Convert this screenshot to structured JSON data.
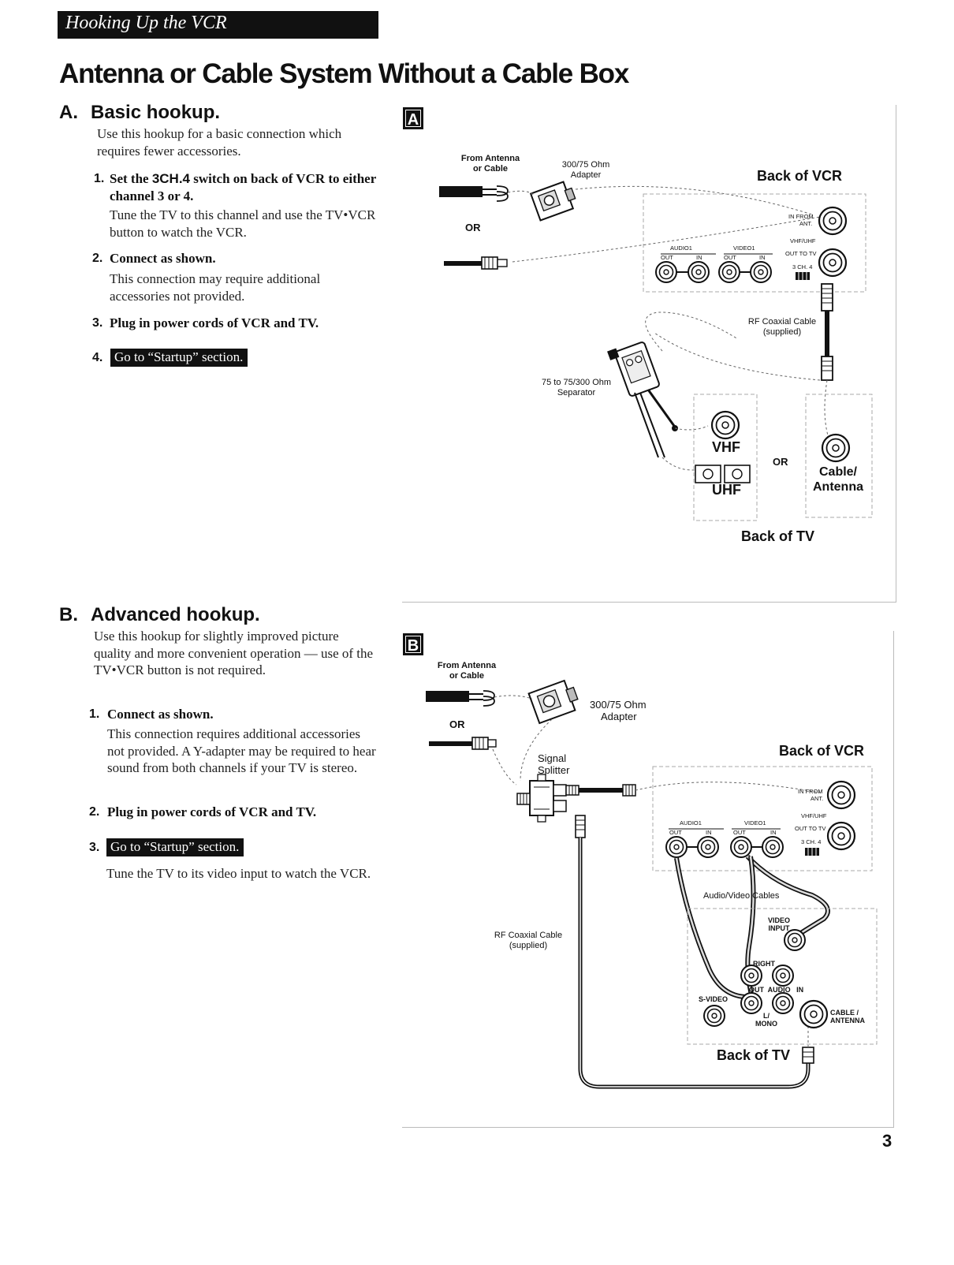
{
  "header": {
    "section_label": "Hooking Up the VCR"
  },
  "page_title": "Antenna or Cable System Without a Cable Box",
  "section_a": {
    "letter": "A.",
    "title": "Basic hookup.",
    "intro": "Use this hookup for a basic connection which requires fewer accessories.",
    "steps": [
      {
        "num": "1.",
        "head_pre": "Set the ",
        "head_code": "3CH.4",
        "head_post": " switch on back of VCR to either channel 3 or 4.",
        "body": "Tune the TV to this channel and use the TV•VCR button to watch the VCR."
      },
      {
        "num": "2.",
        "head": "Connect as shown.",
        "body": "This connection may require additional accessories not provided."
      },
      {
        "num": "3.",
        "head": "Plug in power cords of VCR and TV."
      },
      {
        "num": "4.",
        "button": "Go to “Startup” section."
      }
    ]
  },
  "section_b": {
    "letter": "B.",
    "title": "Advanced hookup.",
    "intro": "Use this hookup for slightly improved picture quality and more convenient operation — use of the TV•VCR button is not required.",
    "steps": [
      {
        "num": "1.",
        "head": "Connect as shown.",
        "body": "This connection requires additional accessories not provided. A Y-adapter may be required to hear sound from both channels if your TV is stereo."
      },
      {
        "num": "2.",
        "head": "Plug in power cords of VCR and TV."
      },
      {
        "num": "3.",
        "button": "Go to “Startup” section.",
        "after": "Tune the TV to its video input to watch the VCR."
      }
    ]
  },
  "diagram_a": {
    "tag": "A",
    "from_antenna": "From Antenna",
    "or_cable": "or Cable",
    "adapter_line1": "300/75 Ohm",
    "adapter_line2": "Adapter",
    "or1": "OR",
    "back_of_vcr": "Back of VCR",
    "in_from": "IN FROM",
    "ant": "ANT.",
    "vhf_uhf": "VHF/UHF",
    "out_to_tv": "OUT TO TV",
    "audio1": "AUDIO1",
    "video1": "VIDEO1",
    "out": "OUT",
    "in": "IN",
    "ch_switch": "3 CH. 4",
    "rf_cable_line1": "RF Coaxial Cable",
    "rf_cable_line2": "(supplied)",
    "separator_line1": "75 to 75/300 Ohm",
    "separator_line2": "Separator",
    "vhf": "VHF",
    "uhf": "UHF",
    "or2": "OR",
    "cable_antenna_line1": "Cable/",
    "cable_antenna_line2": "Antenna",
    "back_of_tv": "Back of TV"
  },
  "diagram_b": {
    "tag": "B",
    "from_antenna": "From Antenna",
    "or_cable": "or Cable",
    "adapter_line1": "300/75 Ohm",
    "adapter_line2": "Adapter",
    "or1": "OR",
    "splitter_line1": "Signal",
    "splitter_line2": "Splitter",
    "back_of_vcr": "Back of VCR",
    "in_from": "IN FROM",
    "ant": "ANT.",
    "vhf_uhf": "VHF/UHF",
    "out_to_tv": "OUT TO TV",
    "audio1": "AUDIO1",
    "video1": "VIDEO1",
    "out": "OUT",
    "in": "IN",
    "ch_switch": "3 CH. 4",
    "av_cables": "Audio/Video Cables",
    "video_line1": "VIDEO",
    "video_line2": "INPUT",
    "right": "RIGHT",
    "out_audio_in": "OUT  AUDIO   IN",
    "s_video": "S-VIDEO",
    "l_line1": "L/",
    "l_line2": "MONO",
    "cable_line1": "CABLE /",
    "cable_line2": "ANTENNA",
    "rf_cable_line1": "RF Coaxial Cable",
    "rf_cable_line2": "(supplied)",
    "back_of_tv": "Back of TV"
  },
  "page_number": "3"
}
